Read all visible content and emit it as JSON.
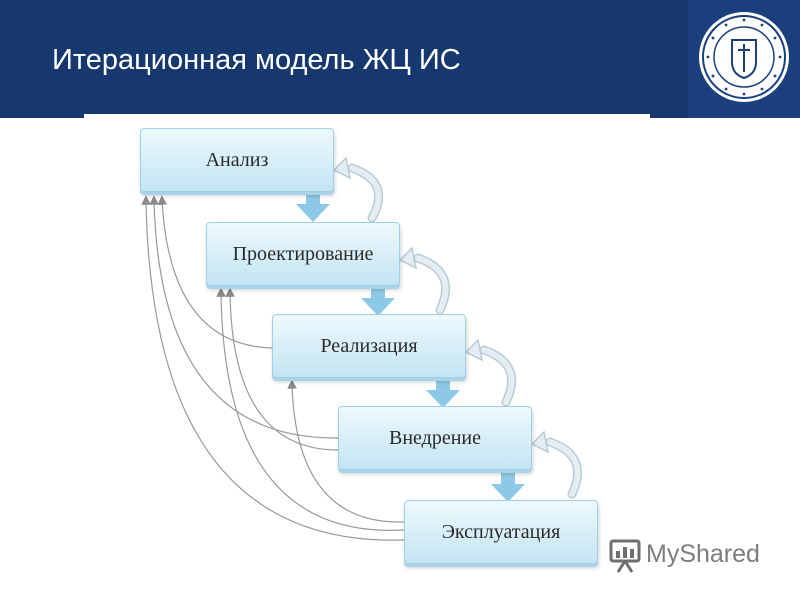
{
  "header": {
    "title": "Итерационная модель ЖЦ ИС",
    "logo_icon": "university-seal-icon"
  },
  "diagram": {
    "stages": [
      "Анализ",
      "Проектирование",
      "Реализация",
      "Внедрение",
      "Эксплуатация"
    ],
    "colors": {
      "header_bg": "#17386f",
      "stage_fill": "#d6eef8",
      "stage_border": "#9fd0e6",
      "down_arrow": "#8cc9e6",
      "return_arrow": "#dbe6ec",
      "feedback_line": "#9a9a9a"
    }
  },
  "watermark": {
    "text": "MyShared",
    "icon": "presentation-board-icon"
  }
}
